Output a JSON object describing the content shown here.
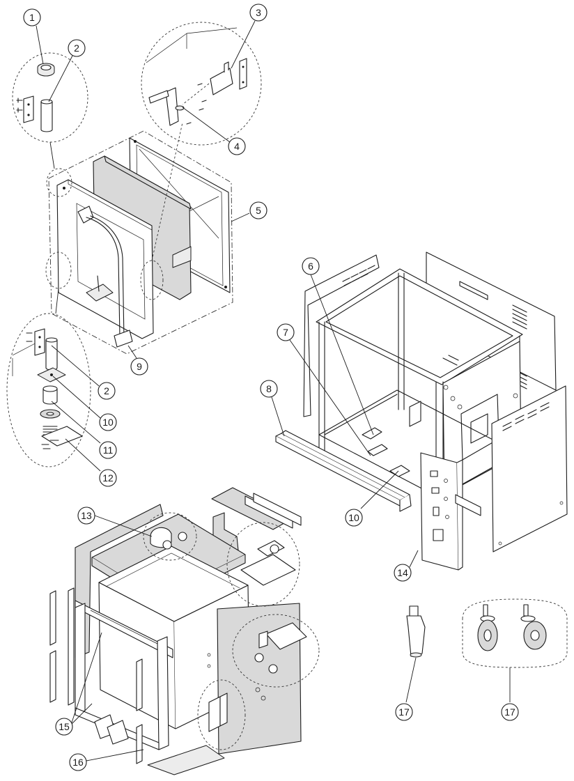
{
  "callouts": [
    {
      "label": "1"
    },
    {
      "label": "2"
    },
    {
      "label": "3"
    },
    {
      "label": "4"
    },
    {
      "label": "5"
    },
    {
      "label": "6"
    },
    {
      "label": "7"
    },
    {
      "label": "8"
    },
    {
      "label": "9"
    },
    {
      "label": "2"
    },
    {
      "label": "10"
    },
    {
      "label": "11"
    },
    {
      "label": "12"
    },
    {
      "label": "10"
    },
    {
      "label": "13"
    },
    {
      "label": "14"
    },
    {
      "label": "15"
    },
    {
      "label": "16"
    },
    {
      "label": "17"
    },
    {
      "label": "17"
    }
  ]
}
